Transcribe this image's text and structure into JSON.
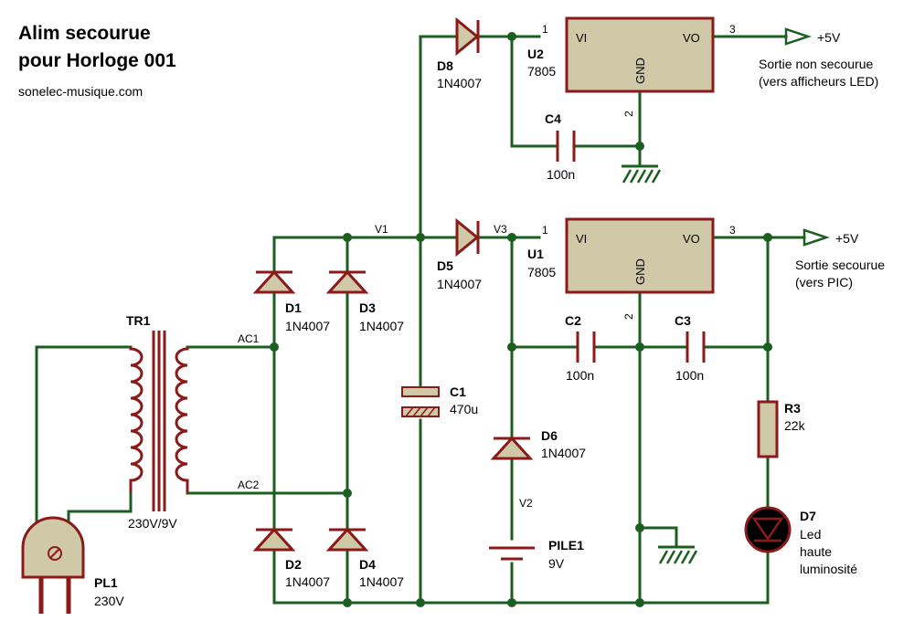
{
  "title": [
    "Alim secourue",
    "pour Horloge 001"
  ],
  "website": "sonelec-musique.com",
  "components": {
    "TR1": {
      "ref": "TR1",
      "value": "230V/9V"
    },
    "PL1": {
      "ref": "PL1",
      "value": "230V"
    },
    "D1": {
      "ref": "D1",
      "value": "1N4007"
    },
    "D2": {
      "ref": "D2",
      "value": "1N4007"
    },
    "D3": {
      "ref": "D3",
      "value": "1N4007"
    },
    "D4": {
      "ref": "D4",
      "value": "1N4007"
    },
    "D5": {
      "ref": "D5",
      "value": "1N4007"
    },
    "D6": {
      "ref": "D6",
      "value": "1N4007"
    },
    "D8": {
      "ref": "D8",
      "value": "1N4007"
    },
    "D7": {
      "ref": "D7",
      "value": [
        "Led",
        "haute",
        "luminosité"
      ]
    },
    "C1": {
      "ref": "C1",
      "value": "470u"
    },
    "C2": {
      "ref": "C2",
      "value": "100n"
    },
    "C3": {
      "ref": "C3",
      "value": "100n"
    },
    "C4": {
      "ref": "C4",
      "value": "100n"
    },
    "R3": {
      "ref": "R3",
      "value": "22k"
    },
    "U1": {
      "ref": "U1",
      "value": "7805"
    },
    "U2": {
      "ref": "U2",
      "value": "7805"
    },
    "PILE1": {
      "ref": "PILE1",
      "value": "9V"
    }
  },
  "regulator_pins": {
    "vi": "VI",
    "vo": "VO",
    "gnd": "GND",
    "pin1": "1",
    "pin2": "2",
    "pin3": "3"
  },
  "nets": {
    "ac1": "AC1",
    "ac2": "AC2",
    "v1": "V1",
    "v2": "V2",
    "v3": "V3"
  },
  "outputs": {
    "top": {
      "voltage": "+5V",
      "label": [
        "Sortie non secourue",
        "(vers afficheurs LED)"
      ]
    },
    "bottom": {
      "voltage": "+5V",
      "label": [
        "Sortie secourue",
        "(vers PIC)"
      ]
    }
  }
}
